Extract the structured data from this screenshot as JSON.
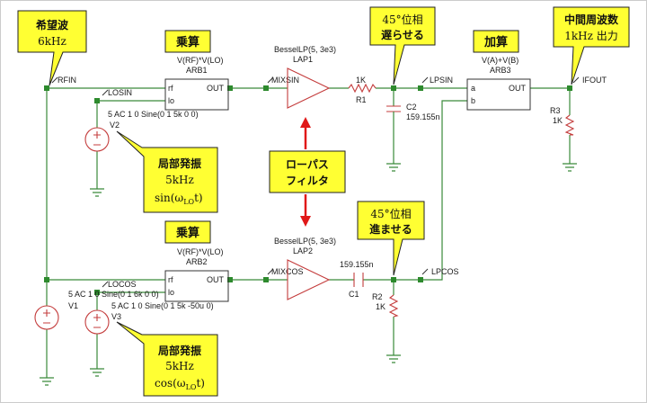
{
  "callouts": {
    "rf_title": "希望波",
    "rf_freq": "6kHz",
    "mul1": "乗算",
    "mul2": "乗算",
    "add": "加算",
    "lag1": "45°位相",
    "lag2": "遅らせる",
    "lead1": "45°位相",
    "lead2": "進ませる",
    "if1": "中間周波数",
    "if2": "1kHz 出力",
    "lo1_title": "局部発振",
    "lo1_freq": "5kHz",
    "lo1_fn": "sin(ω",
    "lo1_sub": "LO",
    "lo1_t": "t)",
    "lo2_title": "局部発振",
    "lo2_freq": "5kHz",
    "lo2_fn": "cos(ω",
    "lo2_sub": "LO",
    "lo2_t": "t)",
    "lpf1": "ローパス",
    "lpf2": "フィルタ"
  },
  "nets": {
    "rfin": "RFIN",
    "losin": "LOSIN",
    "locos": "LOCOS",
    "mixsin": "MIXSIN",
    "mixcos": "MIXCOS",
    "lpsin": "LPSIN",
    "lpcos": "LPCOS",
    "ifout": "IFOUT"
  },
  "parts": {
    "arb1_expr": "V(RF)*V(LO)",
    "arb1": "ARB1",
    "arb2_expr": "V(RF)*V(LO)",
    "arb2": "ARB2",
    "arb3_expr": "V(A)+V(B)",
    "arb3": "ARB3",
    "pin_rf": "rf",
    "pin_lo": "lo",
    "pin_out": "OUT",
    "pin_a": "a",
    "pin_b": "b",
    "lap1_expr": "BesselLP(5, 3e3)",
    "lap1": "LAP1",
    "lap2_expr": "BesselLP(5, 3e3)",
    "lap2": "LAP2",
    "r1_val": "1K",
    "r1": "R1",
    "c2_val": "159.155n",
    "c2": "C2",
    "c1_val": "159.155n",
    "c1": "C1",
    "r2": "R2",
    "r2_val": "1K",
    "r3": "R3",
    "r3_val": "1K",
    "v2_src": "5 AC 1 0 Sine(0 1 5k 0 0)",
    "v2": "V2",
    "v1_src": "5 AC 1 0 Sine(0 1 6k 0 0)",
    "v1": "V1",
    "v3_src": "5 AC 1 0 Sine(0 1 5k -50u 0)",
    "v3": "V3"
  }
}
